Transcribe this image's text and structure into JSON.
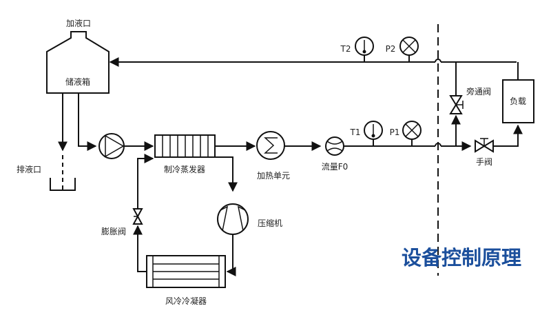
{
  "diagram": {
    "title": "设备控制原理",
    "title_color": "#1b4f9c",
    "line_color": "#111111",
    "components": {
      "fill_port": "加液口",
      "tank": "储液箱",
      "drain_port": "排液口",
      "evaporator": "制冷蒸发器",
      "heater": "加热单元",
      "flow_meter": "流量F0",
      "temp_sensor_1": "T1",
      "pressure_sensor_1": "P1",
      "temp_sensor_2": "T2",
      "pressure_sensor_2": "P2",
      "bypass_valve": "旁通阀",
      "load": "负载",
      "manual_valve": "手阀",
      "compressor": "压缩机",
      "expansion_valve": "膨胀阀",
      "condenser": "风冷冷凝器"
    },
    "icons": {
      "pump": "pump-icon",
      "heater": "heat-exchanger-icon",
      "flow_meter": "flowmeter-icon",
      "thermometer": "thermometer-icon",
      "pressure_gauge": "pressure-gauge-icon",
      "valve": "valve-icon",
      "compressor": "compressor-icon"
    }
  }
}
